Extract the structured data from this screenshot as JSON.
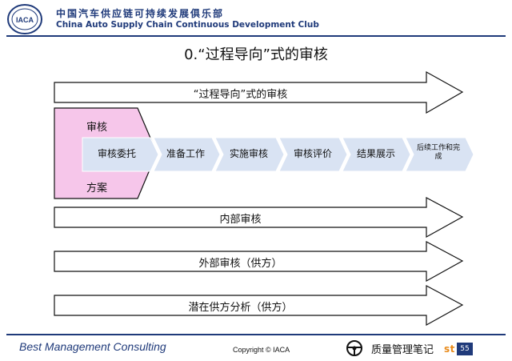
{
  "header": {
    "logo_text": "IACA",
    "org_name_cn": "中国汽车供应链可持续发展俱乐部",
    "org_name_en": "China Auto Supply Chain Continuous Development Club"
  },
  "title": "0.“过程导向”式的审核",
  "process_arrow": {
    "label": "“过程导向”式的审核"
  },
  "left_box": {
    "top_label": "审核",
    "bottom_label": "方案"
  },
  "steps": [
    {
      "label": "审核委托"
    },
    {
      "label": "准备工作"
    },
    {
      "label": "实施审核"
    },
    {
      "label": "审核评价"
    },
    {
      "label": "结果展示"
    },
    {
      "label": "后续工作和完成"
    }
  ],
  "arrows": [
    {
      "label": "内部审核"
    },
    {
      "label": "外部审核（供方）"
    },
    {
      "label": "潜在供方分析（供方）"
    }
  ],
  "footer": {
    "left": "Best Management Consulting",
    "copyright": "Copyright © IACA",
    "page_number": "55",
    "watermark_text": "质量管理笔记",
    "watermark_url": "st"
  },
  "colors": {
    "brand_navy": "#1f3a7a",
    "pink_box": "#f6c6ea",
    "step_fill": "#d9e3f3"
  }
}
